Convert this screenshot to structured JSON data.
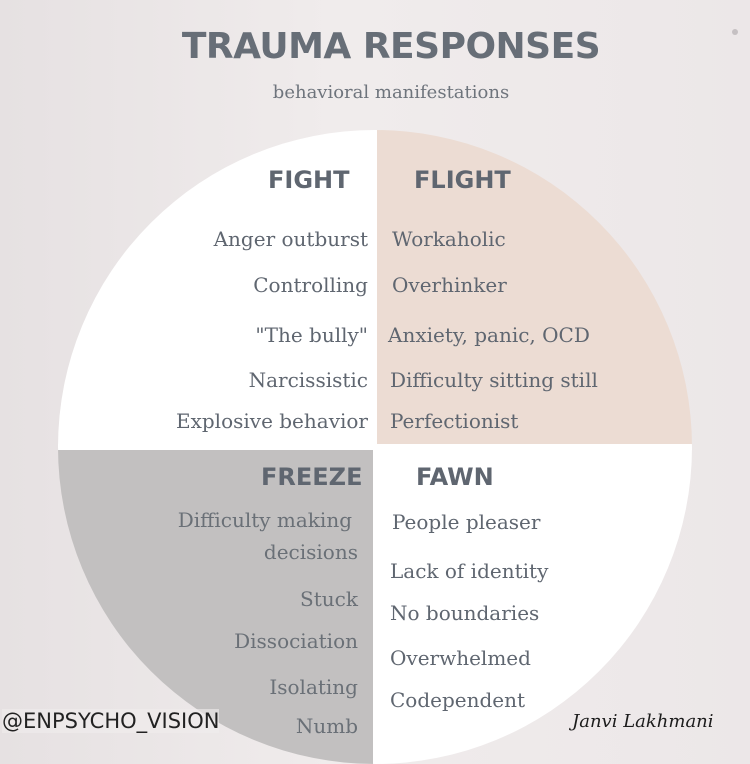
{
  "header": {
    "title": "TRAUMA RESPONSES",
    "subtitle": "behavioral manifestations"
  },
  "quadrants": {
    "fight": {
      "heading": "FIGHT",
      "items": [
        "Anger outburst",
        "Controlling",
        "\"The bully\"",
        "Narcissistic",
        "Explosive behavior"
      ]
    },
    "flight": {
      "heading": "FLIGHT",
      "items": [
        "Workaholic",
        "Overhinker",
        "Anxiety, panic, OCD",
        "Difficulty sitting still",
        "Perfectionist"
      ]
    },
    "freeze": {
      "heading": "FREEZE",
      "items": [
        "Difficulty making",
        "decisions",
        "Stuck",
        "Dissociation",
        "Isolating",
        "Numb"
      ]
    },
    "fawn": {
      "heading": "FAWN",
      "items": [
        "People pleaser",
        "Lack of identity",
        "No boundaries",
        "Overwhelmed",
        "Codependent"
      ]
    }
  },
  "footer": {
    "handle": "@ENPSYCHO_VISION",
    "signature": "Janvi Lakhmani"
  },
  "colors": {
    "background": "#ece7e8",
    "title": "#676e77",
    "text": "#5f6670",
    "flight_fill": "#ecdcd3",
    "freeze_fill": "#c2c0c0",
    "white_fill": "#ffffff"
  }
}
